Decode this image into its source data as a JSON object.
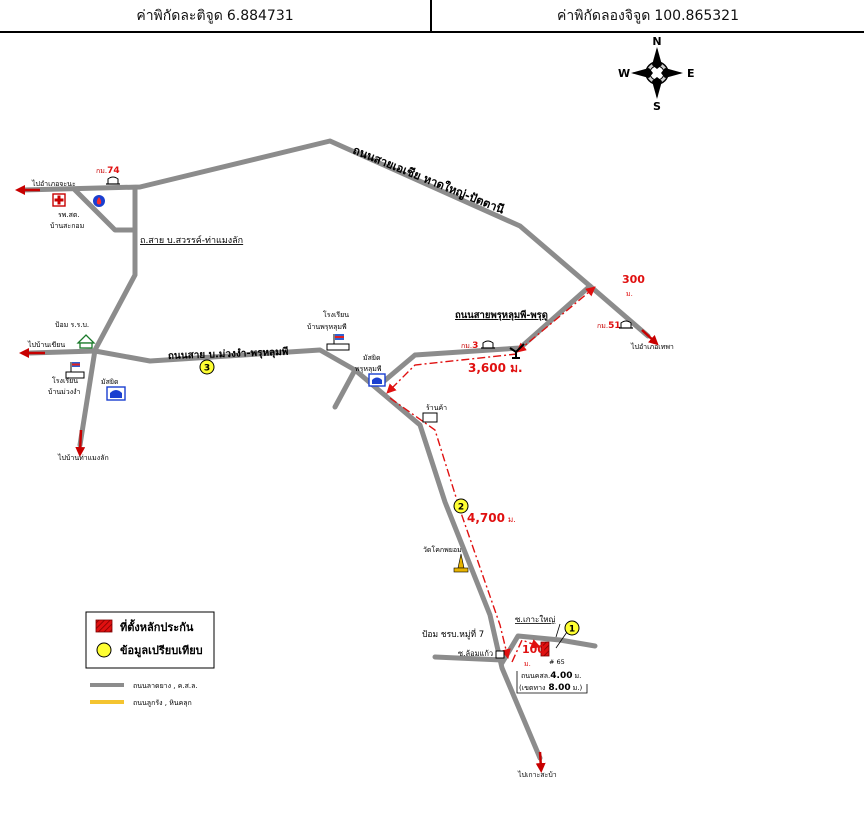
{
  "header": {
    "lat_label": "ค่าพิกัดละติจูด",
    "lat_value": "6.884731",
    "lon_label": "ค่าพิกัดลองจิจูด",
    "lon_value": "100.865321"
  },
  "compass": {
    "n": "N",
    "s": "S",
    "e": "E",
    "w": "W"
  },
  "roads": {
    "asia_highway": "ถนนสายเอเชีย หาดใหญ่-ปัตตานี",
    "sawan_road": "ถ.สาย บ.สวรรค์-ท่าแมงลัก",
    "muang_road": "ถนนสาย บ.ม่วงงำ-พรุหลุมพี",
    "pru_road": "ถนนสายพรุหลุมพี-พรุดู"
  },
  "places": {
    "to_lak_chana": "ไปอำเภอจะนะ",
    "km74_prefix": "กม.",
    "km74_num": "74",
    "hospital_name": "รพ.สต.",
    "hospital_village": "บ้านสะกอม",
    "to_ban_khian": "ไปบ้านเขียน",
    "post_office": "ป้อม ร.ร.บ.",
    "school_muang_name": "โรงเรียน",
    "school_muang_village": "บ้านม่วงงำ",
    "mosque_left": "มัสยิด",
    "to_tha_maenglak": "ไปบ้านท่าแมงลัก",
    "school_pru_name": "โรงเรียน",
    "school_pru_village": "บ้านพรุหลุมพี",
    "mosque_pru_name": "มัสยิด",
    "mosque_pru_village": "พรุหลุมพี",
    "shop": "ร้านค้า",
    "km3_prefix": "กม.",
    "km3_num": "3",
    "km51_prefix": "กม.",
    "km51_num": "51",
    "to_thepha": "ไปอำเภอเทพา",
    "temple": "วัดโคกพยอม",
    "post_moo7": "ป้อม ชรบ.หมู่ที่ 7",
    "soi_koh_yai": "ซ.เกาะใหญ่",
    "soi_lom_kaew": "ซ.ล้อมแก้ว",
    "house_no": "# 65",
    "road_width_line1": "ถนนคสล.",
    "road_width_val1": "4.00",
    "road_width_unit1": "ม.",
    "road_width_line2": "(เขตทาง",
    "road_width_val2": "8.00",
    "road_width_unit2": "ม.)",
    "to_koh_saba": "ไปเกาะสะบ้า"
  },
  "distances": {
    "d300_value": "300",
    "d300_unit": "ม.",
    "d3600": "3,600 ม.",
    "d4700_value": "4,700",
    "d4700_unit": "ม.",
    "d100_value": "100",
    "d100_unit": "ม."
  },
  "points": {
    "p1": "1",
    "p2": "2",
    "p3": "3"
  },
  "legend": {
    "plot_location": "ที่ตั้งหลักประกัน",
    "comparison_data": "ข้อมูลเปรียบเทียบ",
    "paved_road": "ถนนลาดยาง , ค.ส.ล.",
    "gravel_road": "ถนนลูกรัง , หินคลุก"
  },
  "colors": {
    "road": "#8c8c8c",
    "gravel": "#f4c430",
    "route": "#e01010",
    "marker": "#ffff33"
  }
}
